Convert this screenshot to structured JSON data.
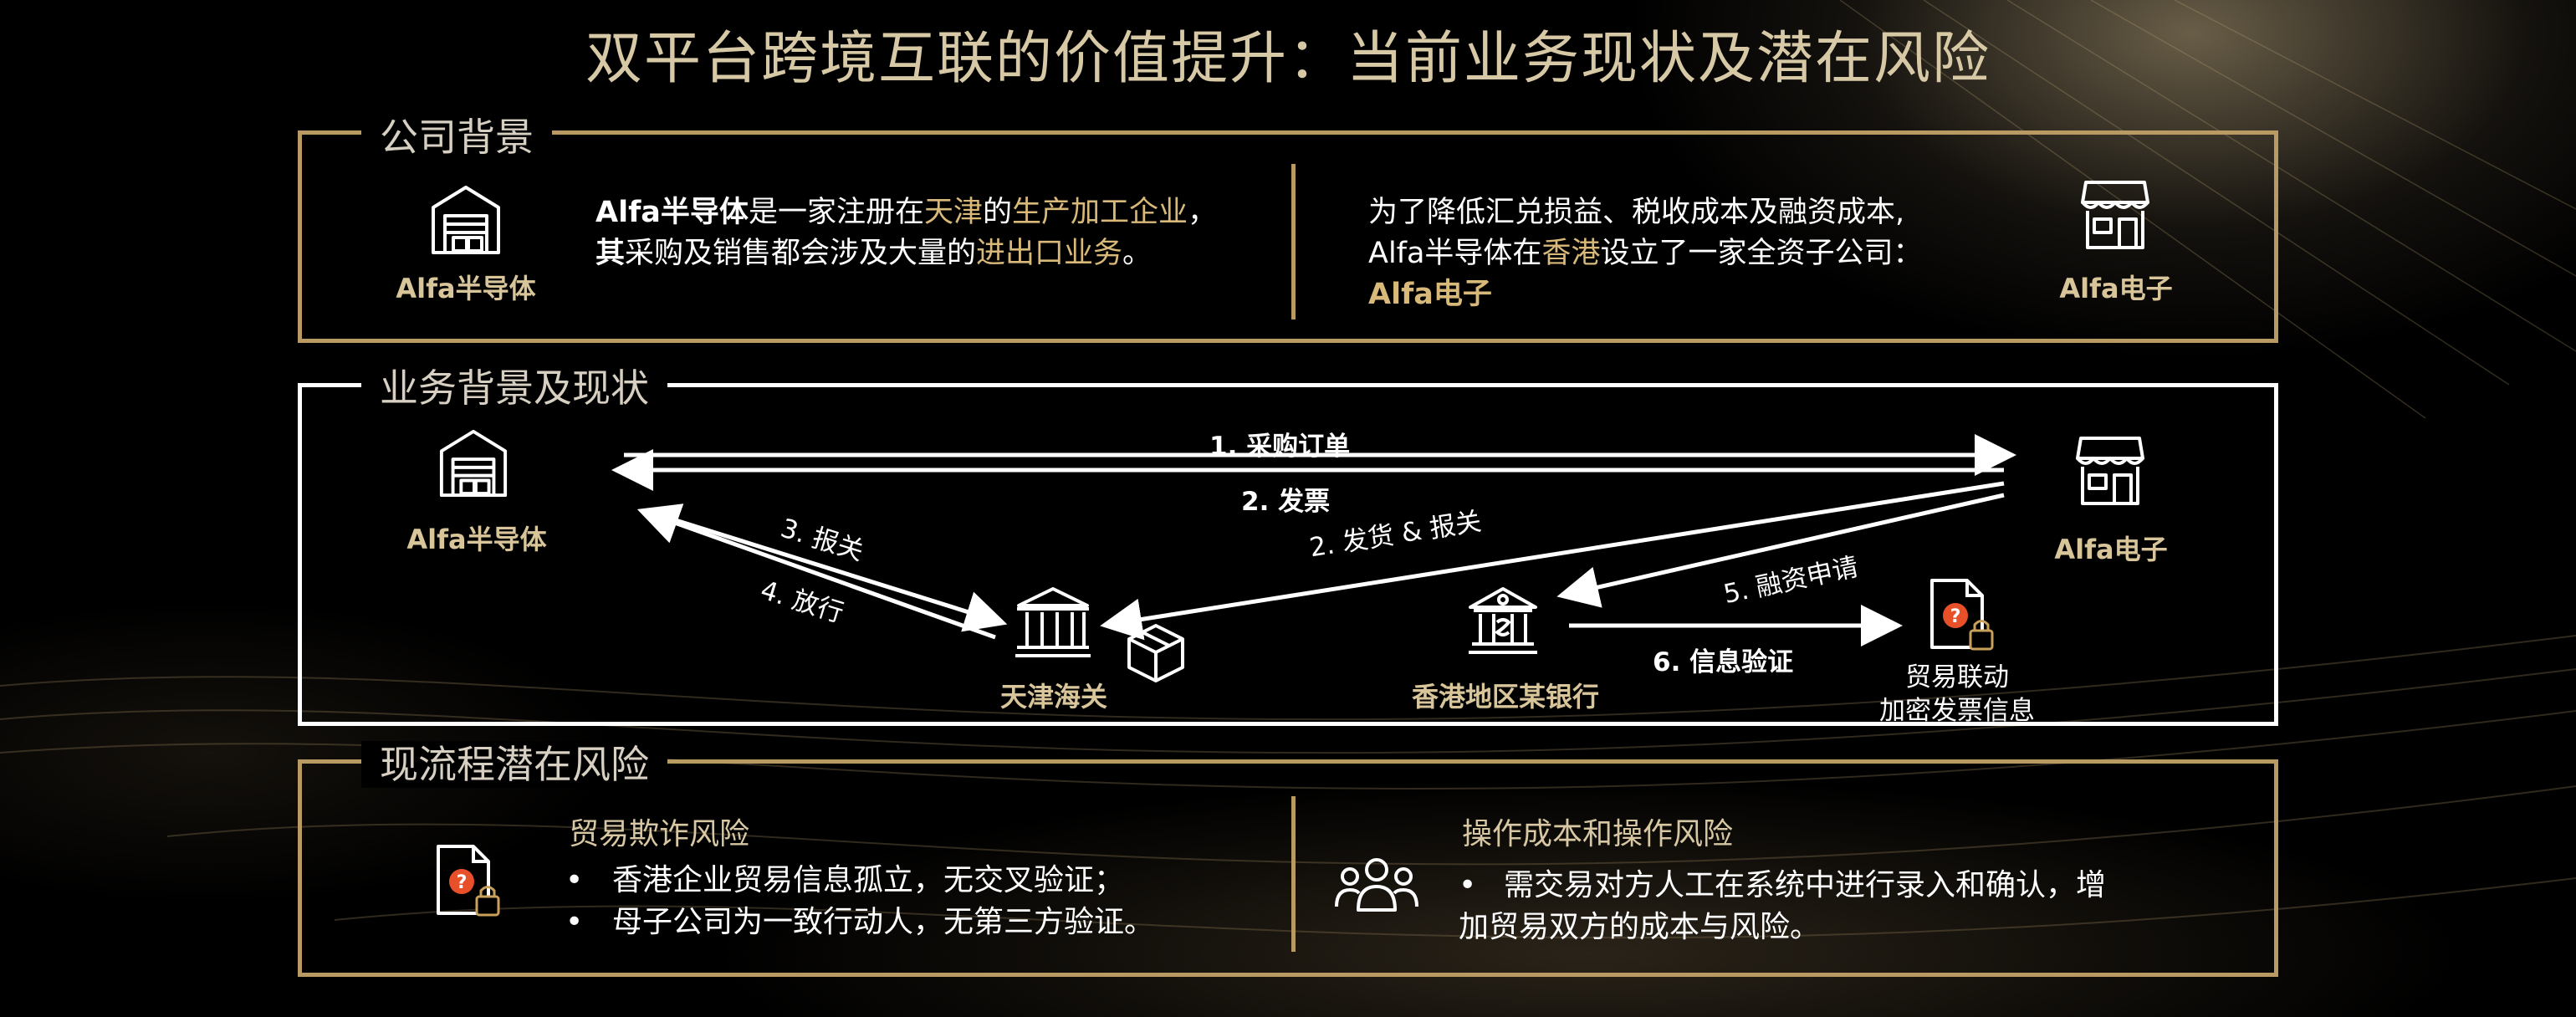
{
  "title": "双平台跨境互联的价值提升：当前业务现状及潜在风险",
  "colors": {
    "gold": "#b89a62",
    "gold_text": "#d9b97a",
    "warning": "#e8502a"
  },
  "company_background": {
    "label": "公司背景",
    "left_company": "Alfa半导体",
    "left_text": [
      {
        "t": "Alfa半导体",
        "style": "bold"
      },
      {
        "t": "是一家注册在",
        "style": "normal"
      },
      {
        "t": "天津",
        "style": "gold"
      },
      {
        "t": "的",
        "style": "normal"
      },
      {
        "t": "生产加工企业",
        "style": "gold"
      },
      {
        "t": "，",
        "style": "normal"
      },
      {
        "t": "其",
        "style": "bold"
      },
      {
        "t": "采购及销售都会涉及大量的",
        "style": "normal"
      },
      {
        "t": "进出口业务",
        "style": "gold"
      },
      {
        "t": "。",
        "style": "normal"
      }
    ],
    "right_line1": "为了降低汇兑损益、税收成本及融资成本,",
    "right_line2_a": "Alfa半导体在",
    "right_line2_b": "香港",
    "right_line2_c": "设立了一家全资子公司：",
    "right_line3": "Alfa电子",
    "right_company": "Alfa电子"
  },
  "business": {
    "label": "业务背景及现状",
    "nodes": {
      "alfa_semi": "Alfa半导体",
      "alfa_elec": "Alfa电子",
      "customs": "天津海关",
      "bank": "香港地区某银行",
      "invoice_line1": "贸易联动",
      "invoice_line2": "加密发票信息"
    },
    "flows": {
      "f1": "1. 采购订单",
      "f2": "2. 发票",
      "f2b": "2. 发货 & 报关",
      "f3": "3. 报关",
      "f4": "4. 放行",
      "f5": "5. 融资申请",
      "f6": "6. 信息验证"
    }
  },
  "risks": {
    "label": "现流程潜在风险",
    "left_title": "贸易欺诈风险",
    "left_items": [
      "香港企业贸易信息孤立，无交叉验证；",
      "母子公司为一致行动人，无第三方验证。"
    ],
    "right_title": "操作成本和操作风险",
    "right_line1": "需交易对方人工在系统中进行录入和确认，增",
    "right_line2": "加贸易双方的成本与风险。",
    "bullet": "•"
  },
  "icons": [
    "warehouse-icon",
    "store-icon",
    "customs-building-icon",
    "bank-icon",
    "package-icon",
    "secure-invoice-icon",
    "people-icon"
  ]
}
